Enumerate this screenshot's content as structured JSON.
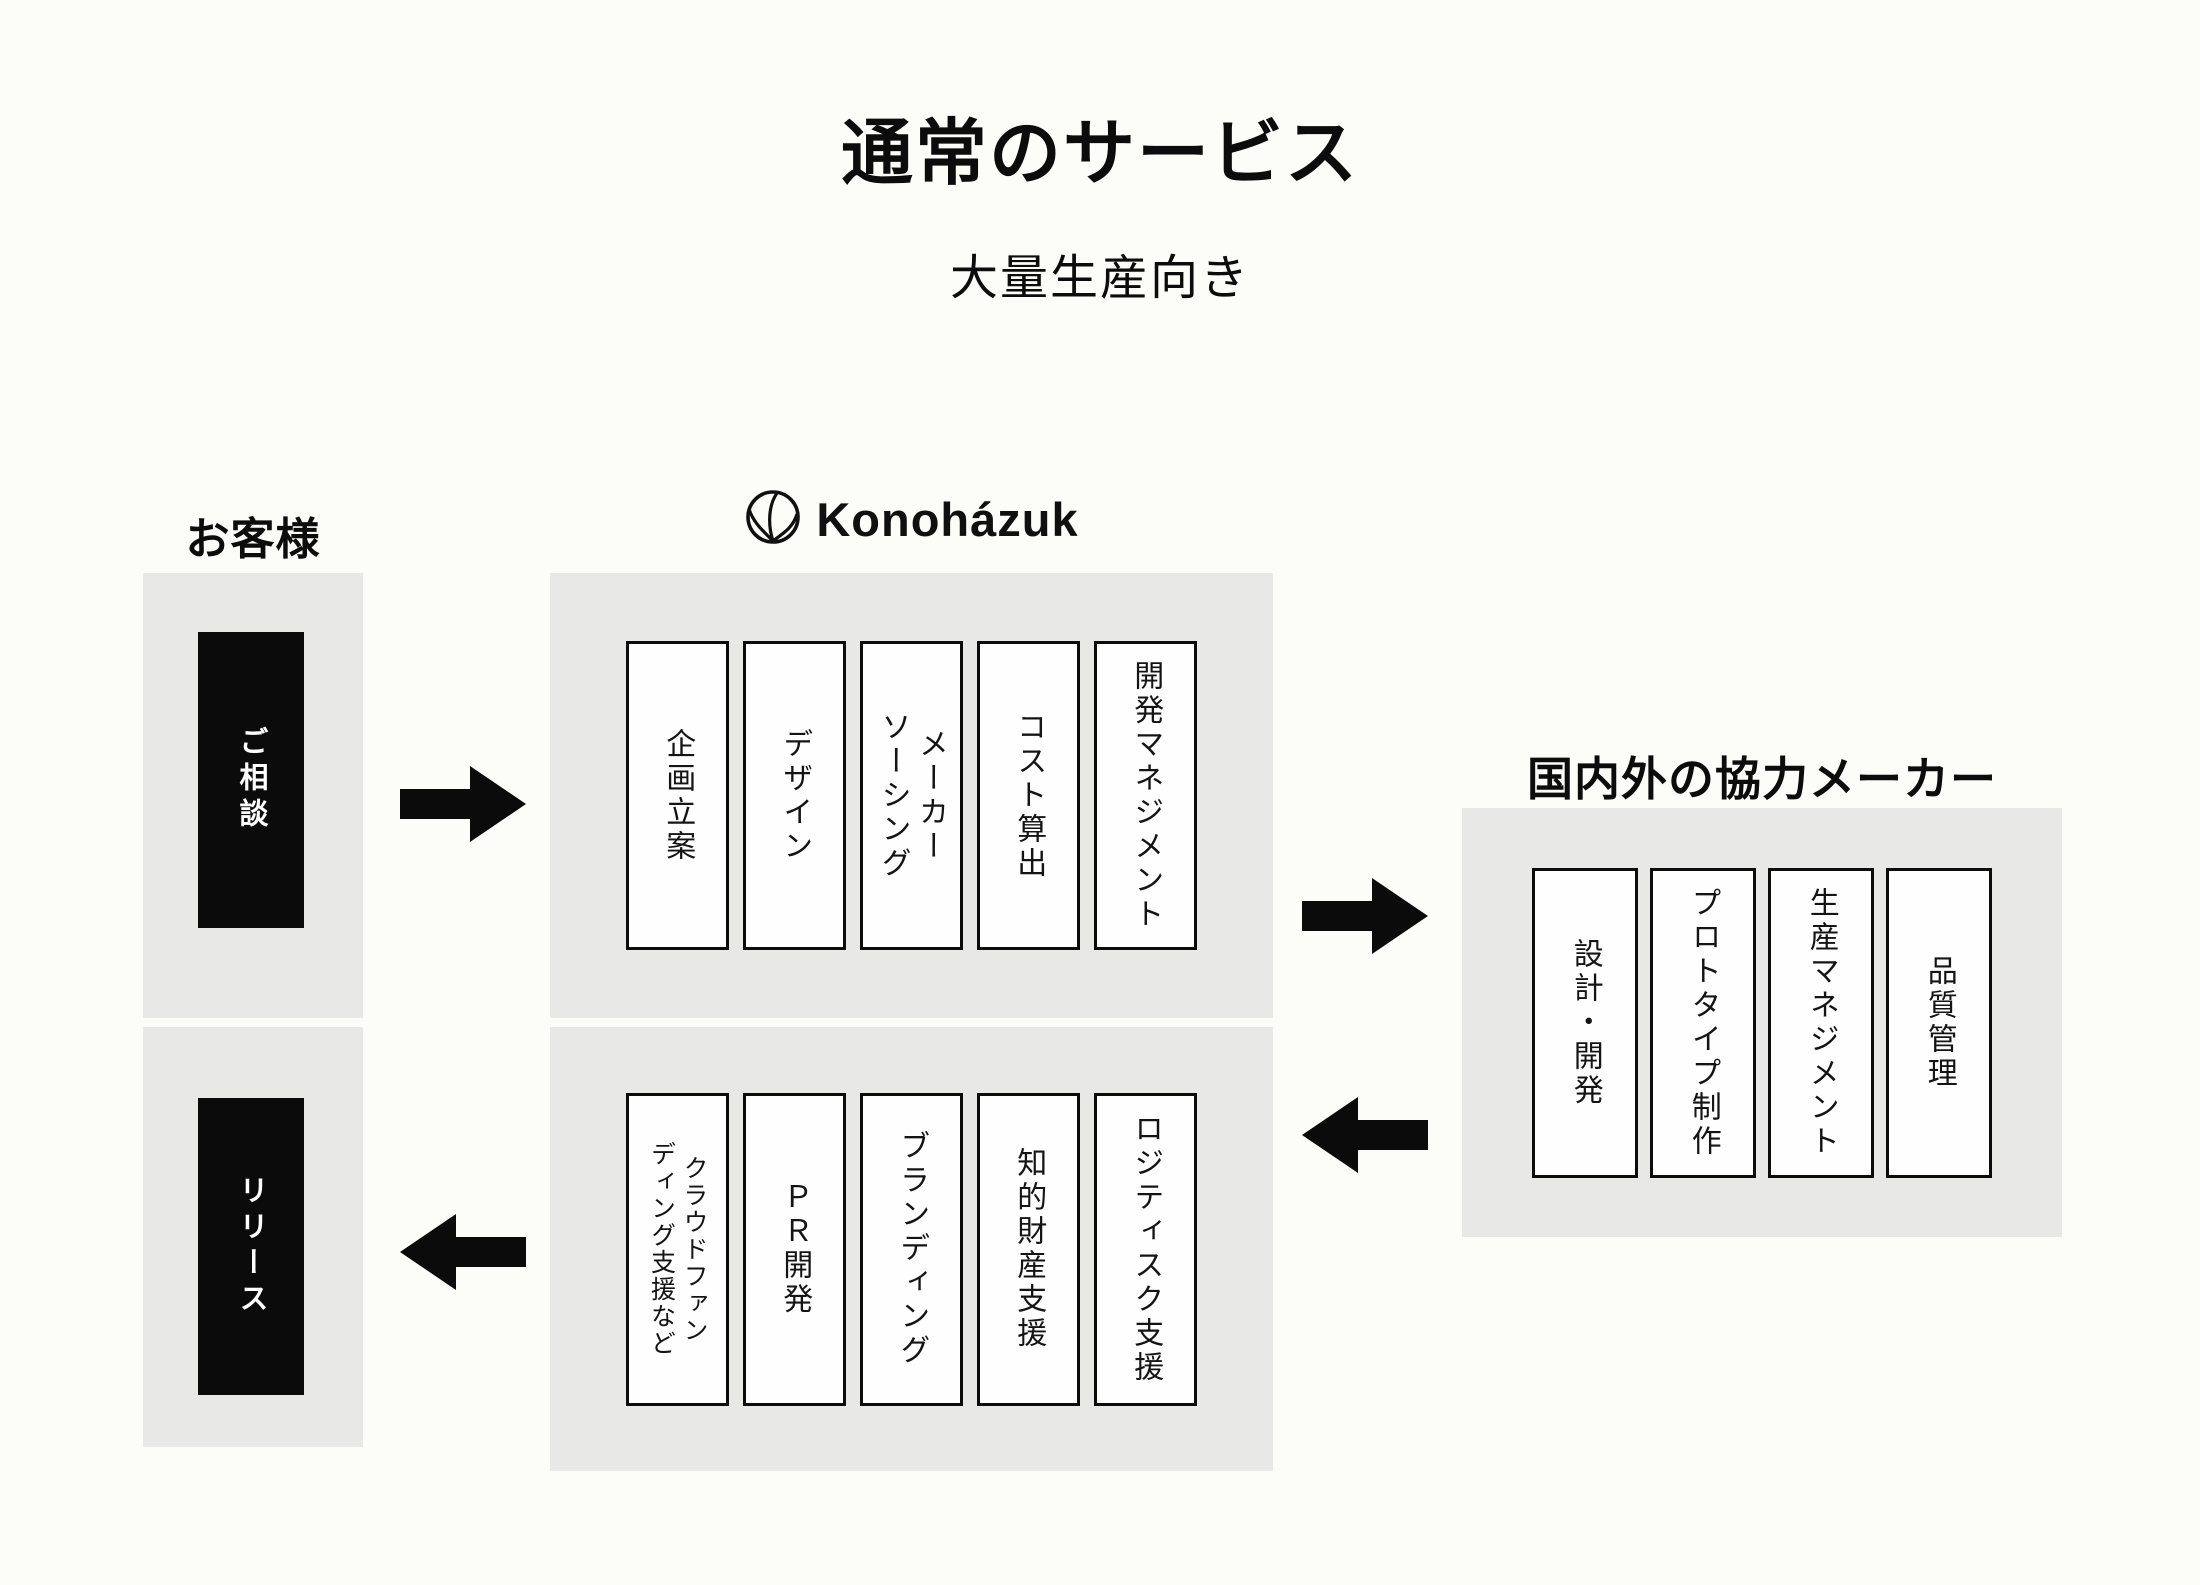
{
  "title": "通常のサービス",
  "subtitle": "大量生産向き",
  "customer": {
    "heading": "お客様",
    "steps": [
      {
        "label": "ご相談"
      },
      {
        "label": "リリース"
      }
    ]
  },
  "company": {
    "logo_text": "Konoházuk",
    "top_services": [
      "企画立案",
      "デザイン",
      "メーカー\nソーシング",
      "コスト算出",
      "開発マネジメント"
    ],
    "bottom_services": [
      "クラウドファン\nディング支援など",
      "ＰＲ開発",
      "ブランディング",
      "知的財産支援",
      "ロジティスク支援"
    ]
  },
  "partners": {
    "heading": "国内外の協力メーカー",
    "services": [
      "設計・開発",
      "プロトタイプ制作",
      "生産マネジメント",
      "品質管理"
    ]
  },
  "colors": {
    "background": "#fcfcf9",
    "panel_gray": "#e8e8e7",
    "box_black": "#0b0b0b",
    "border_black": "#0c0c0c"
  }
}
